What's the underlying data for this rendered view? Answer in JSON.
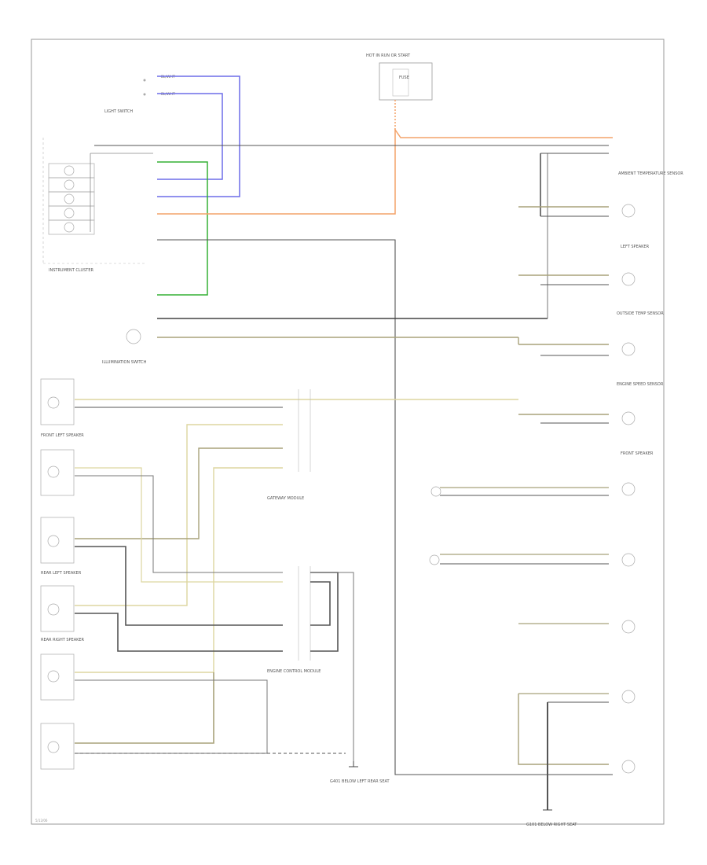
{
  "colors": {
    "border": "#999999",
    "black_wire": "#555555",
    "dark_wire": "#444444",
    "orange_wire": "#f4a36a",
    "blue_wire": "#6d6de8",
    "green_wire": "#35b035",
    "yellow_wire": "#ddd6a0",
    "olive_wire": "#a8a27a",
    "component": "#bbbbbb"
  },
  "footer": {
    "code": "5/12/06"
  },
  "component_labels": {
    "hot_in_run": "HOT IN RUN OR START",
    "fuse": "FUSE",
    "light_switch": "LIGHT SWITCH",
    "instrument_cluster": "INSTRUMENT CLUSTER",
    "illumination_switch": "ILLUMINATION SWITCH",
    "trans_sensor": "AMBIENT TEMPERATURE SENSOR",
    "left_speaker": "LEFT SPEAKER",
    "outside_temp": "OUTSIDE TEMP SENSOR",
    "engine_speed": "ENGINE SPEED SENSOR",
    "front_speaker": "FRONT SPEAKER",
    "front_left_speaker": "FRONT LEFT SPEAKER",
    "rear_left_speaker": "REAR LEFT SPEAKER",
    "rear_right_speaker": "REAR RIGHT SPEAKER",
    "gateway_module": "GATEWAY MODULE",
    "engine_control": "ENGINE CONTROL MODULE",
    "ground_left": "G401 BELOW LEFT REAR SEAT",
    "ground_right": "G101 BELOW RIGHT SEAT"
  }
}
